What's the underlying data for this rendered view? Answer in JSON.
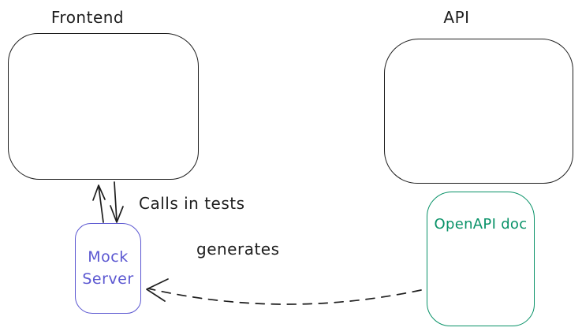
{
  "colors": {
    "background": "#ffffff",
    "ink": "#1e1e1e",
    "violet": "#5b57d1",
    "green": "#099268"
  },
  "nodes": {
    "frontend": {
      "label": "Frontend"
    },
    "api": {
      "label": "API"
    },
    "mock_server": {
      "label": "Mock Server"
    },
    "openapi_doc": {
      "label": "OpenAPI doc"
    }
  },
  "edges": {
    "frontend_mock": {
      "label": "Calls in tests",
      "style": "solid",
      "direction": "bidirectional"
    },
    "openapi_mock": {
      "label": "generates",
      "style": "dashed",
      "direction": "openapi-to-mock"
    }
  }
}
